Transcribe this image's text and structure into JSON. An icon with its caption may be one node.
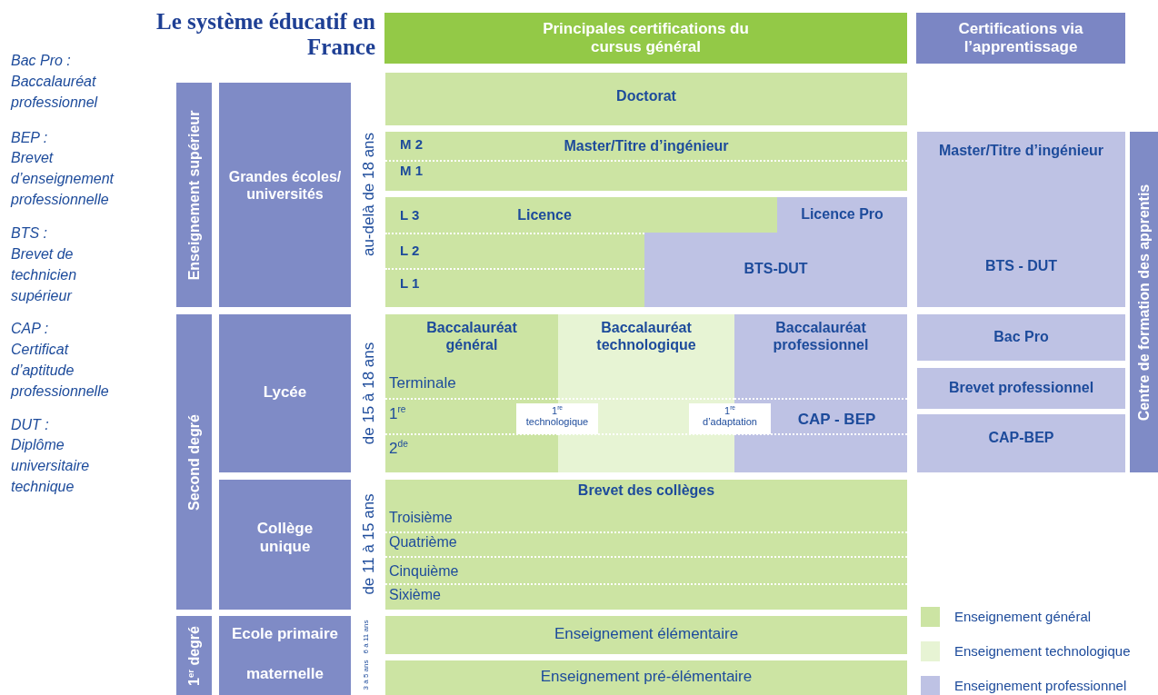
{
  "diagram": {
    "title": "Le système éducatif en France",
    "nodes": [
      {
        "text": [
          "Principales certifications du cursus général"
        ]
      },
      {
        "text": [
          "Certifications via l’apprentissage"
        ]
      },
      {
        "text": [
          "Enseignement supérieur"
        ]
      },
      {
        "text": [
          "Grandes écoles/ universités"
        ]
      },
      {
        "text": [
          "Doctorat"
        ]
      },
      {
        "text": [
          "M 2",
          "Master/Titre d’ingénieur",
          "M 1"
        ]
      },
      {
        "text": [
          "L 3",
          "Licence",
          "L 2",
          "L 1"
        ]
      },
      {
        "text": [
          "Licence Pro"
        ],
        "in": 6
      },
      {
        "text": [
          "BTS-DUT"
        ],
        "in": 6
      },
      {
        "text": [
          "Master/Titre d’ingénieur",
          "BTS - DUT"
        ]
      },
      {
        "text": [
          "Centre de formation des apprentis"
        ]
      },
      {
        "text": [
          "Second degré"
        ]
      },
      {
        "text": [
          "Lycée"
        ]
      },
      {
        "text": [
          "Baccalauréat général",
          "Terminale",
          "1$^{re}$",
          "2$^{de}$"
        ]
      },
      {
        "text": [
          "Baccalauréat technologique"
        ]
      },
      {
        "text": [
          "Baccalauréat professionnel",
          "CAP - BEP"
        ]
      },
      {
        "text": [
          "1$^{re}$ technologique"
        ]
      },
      {
        "text": [
          "1$^{re}$ d’adaptation"
        ]
      },
      {
        "text": [
          "Bac Pro"
        ]
      },
      {
        "text": [
          "Brevet professionnel"
        ]
      },
      {
        "text": [
          "CAP-BEP"
        ]
      },
      {
        "text": [
          "Collège unique"
        ]
      },
      {
        "text": [
          "Brevet des collèges",
          "Troisième",
          "Quatrième",
          "Cinquième",
          "Sixième"
        ]
      },
      {
        "text": [
          "1$^{er}$ degré"
        ]
      },
      {
        "text": [
          "Ecole primaire",
          "maternelle"
        ]
      },
      {
        "text": [
          "Enseignement élémentaire"
        ]
      },
      {
        "text": [
          "Enseignement pré-élémentaire"
        ]
      }
    ],
    "edges": [],
    "labels": [
      "Bac Pro :",
      "Baccalauréat professionnel",
      "BEP :",
      "Brevet d’enseignement professionnelle",
      "BTS :",
      "Brevet de technicien supérieur",
      "CAP :",
      "Certificat d’aptitude professionnelle",
      "DUT :",
      "Diplôme universitaire technique",
      "au-delà de 18 ans",
      "de 15 à 18 ans",
      "de 11 à 15 ans",
      "3 à 5 ans",
      "6 à 11 ans"
    ],
    "legend": [
      {
        "text": "Enseignement général",
        "color": "#cce4a3"
      },
      {
        "text": "Enseignement technologique",
        "color": "#e7f4d4"
      },
      {
        "text": "Enseignement professionnel",
        "color": "#bec2e4"
      }
    ]
  }
}
